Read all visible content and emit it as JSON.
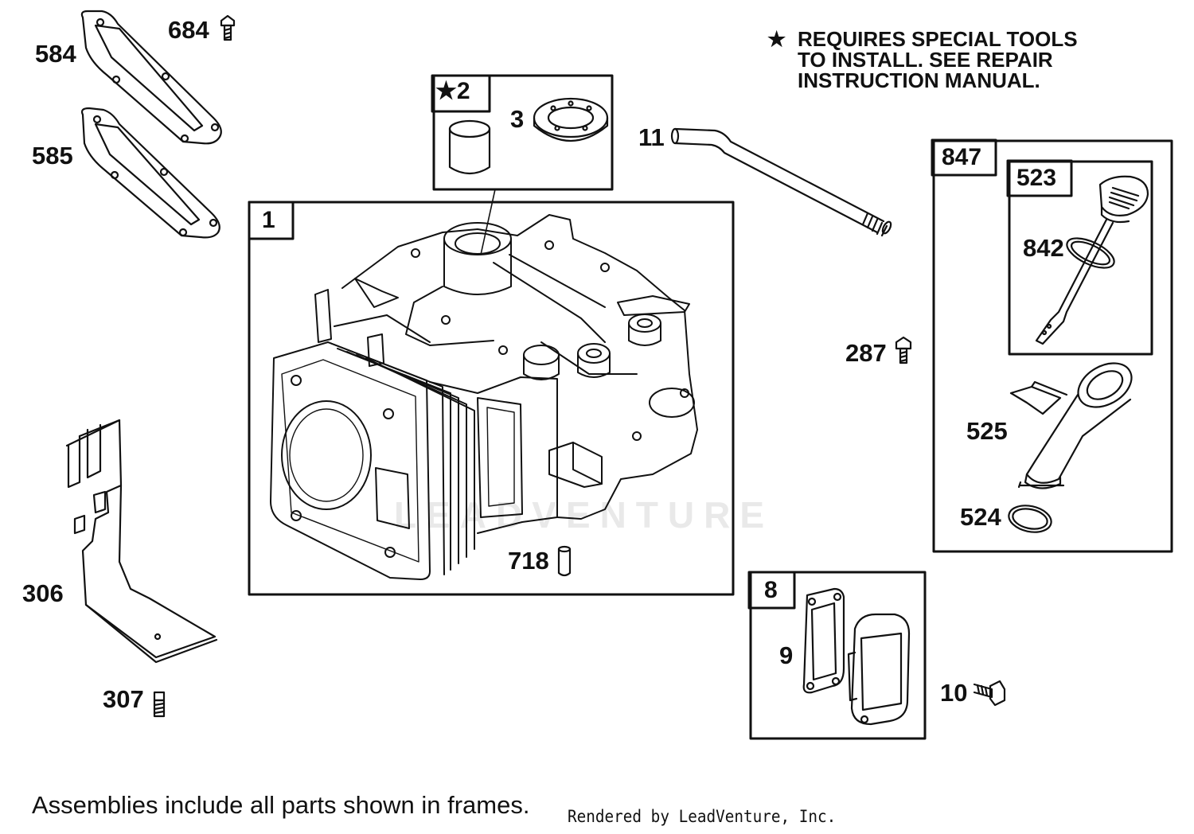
{
  "callouts": {
    "p584": "584",
    "p684": "684",
    "p585": "585",
    "p306": "306",
    "p307": "307",
    "p3": "3",
    "p11": "11",
    "p287": "287",
    "p842": "842",
    "p525": "525",
    "p524": "524",
    "p718": "718",
    "p9": "9",
    "p10": "10"
  },
  "frames": {
    "f1": "1",
    "f2": "★2",
    "f847": "847",
    "f523": "523",
    "f8": "8"
  },
  "note": {
    "star": "★",
    "line1": "REQUIRES SPECIAL TOOLS",
    "line2": "TO INSTALL.  SEE REPAIR",
    "line3": "INSTRUCTION MANUAL."
  },
  "footer": "Assemblies include all parts shown in frames.",
  "credit": "Rendered by LeadVenture, Inc.",
  "watermark": "LEADVENTURE",
  "colors": {
    "ink": "#111111",
    "watermark": "#e9e9e9",
    "background": "#ffffff"
  }
}
